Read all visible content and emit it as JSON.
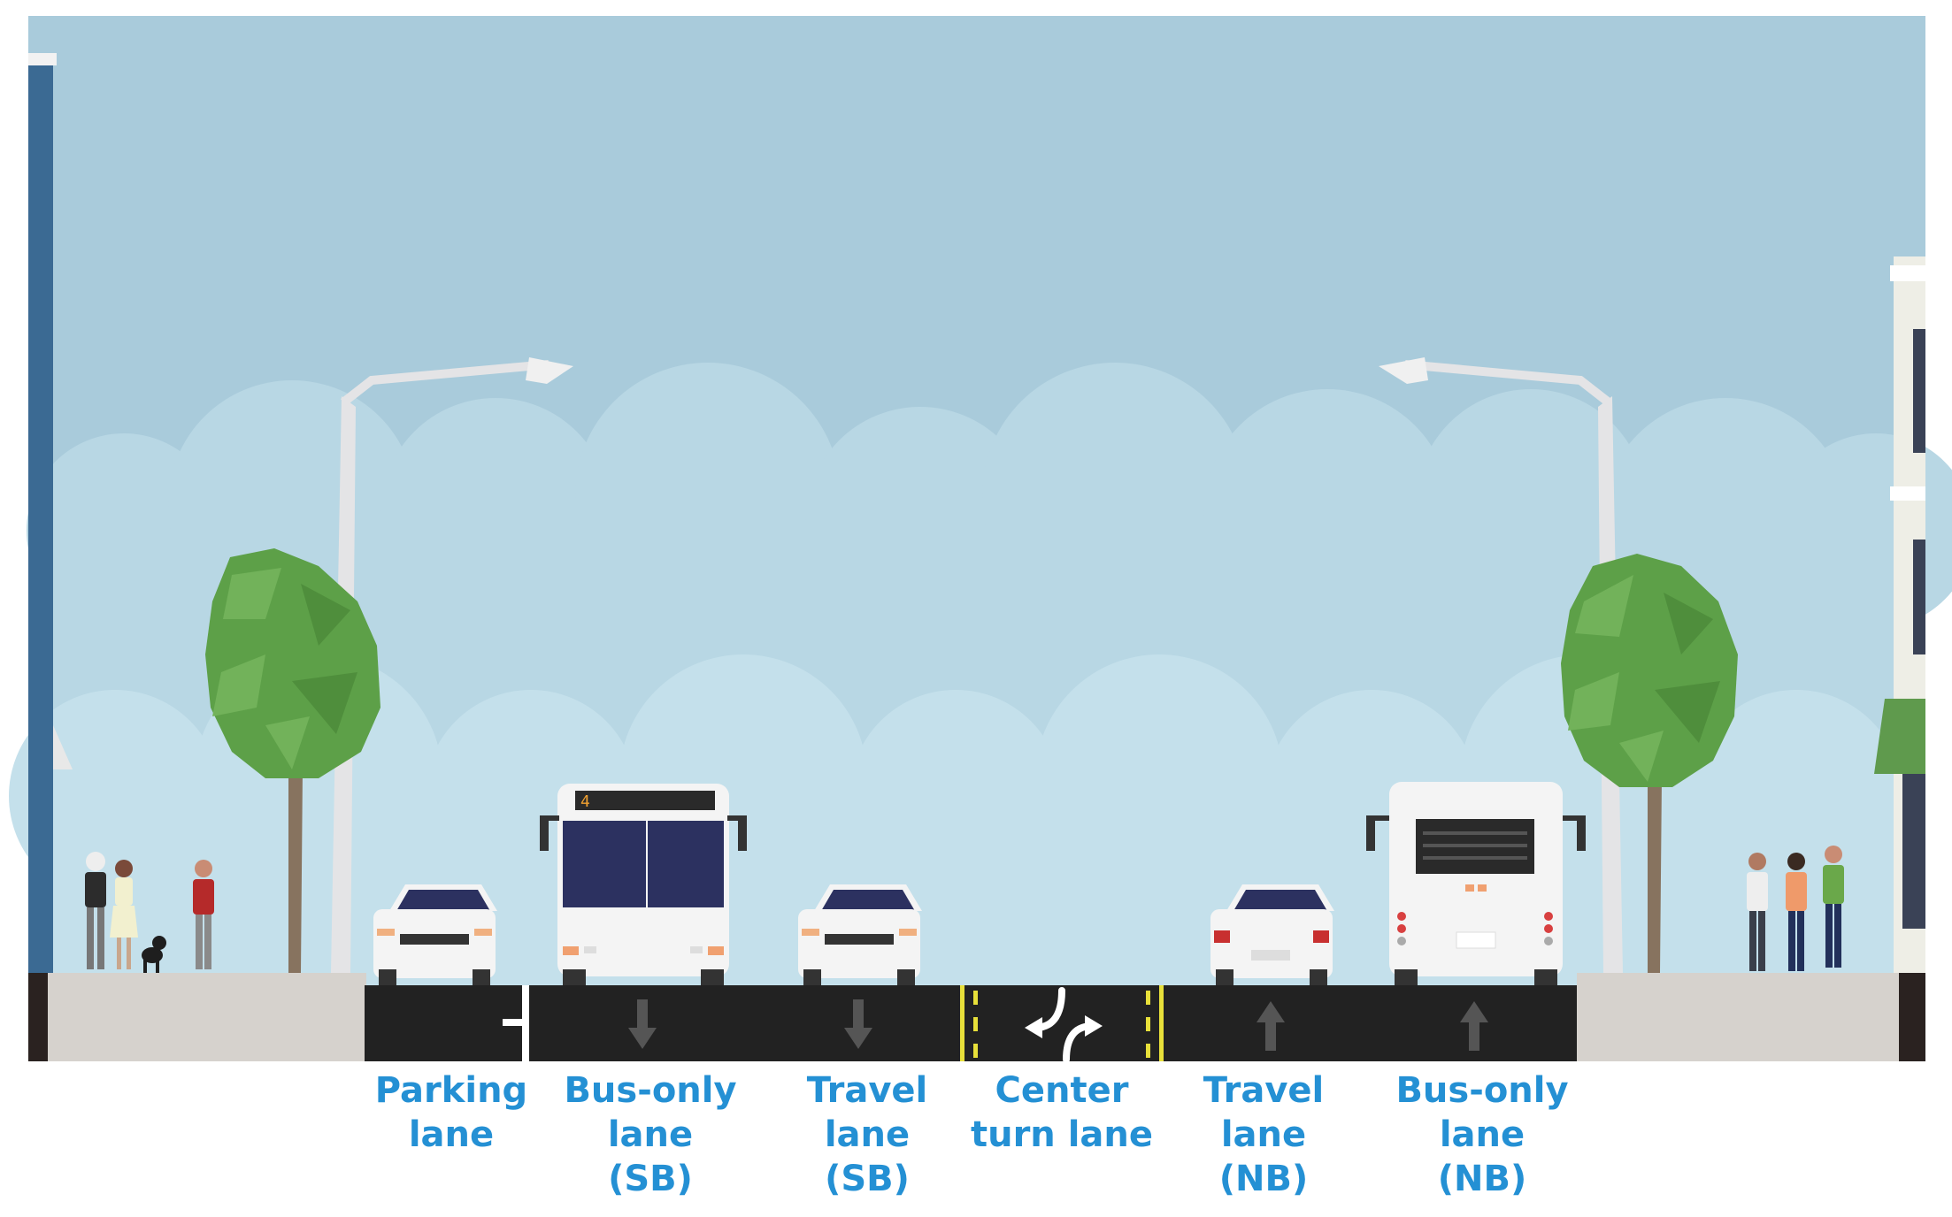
{
  "diagram": {
    "lanes": [
      {
        "id": "parking",
        "label": "Parking\nlane",
        "marking": "parking-tick"
      },
      {
        "id": "bus-sb",
        "label": "Bus-only\nlane\n(SB)",
        "marking": "arrow-down"
      },
      {
        "id": "travel-sb",
        "label": "Travel\nlane\n(SB)",
        "marking": "arrow-down"
      },
      {
        "id": "center-turn",
        "label": "Center\nturn lane",
        "marking": "two-way-left-turn"
      },
      {
        "id": "travel-nb",
        "label": "Travel\nlane\n(NB)",
        "marking": "arrow-up"
      },
      {
        "id": "bus-nb",
        "label": "Bus-only\nlane\n(NB)",
        "marking": "arrow-up"
      }
    ],
    "bus_sign": "4",
    "colors": {
      "sky": "#a9cbdb",
      "clouds": "#b9d8e5",
      "road": "#222222",
      "sidewalk": "#d6d2cd",
      "label": "#2490d4",
      "lane_stripe_yellow": "#e8e03a",
      "tree_green": "#5da048",
      "building_left": "#3b6a93"
    }
  }
}
